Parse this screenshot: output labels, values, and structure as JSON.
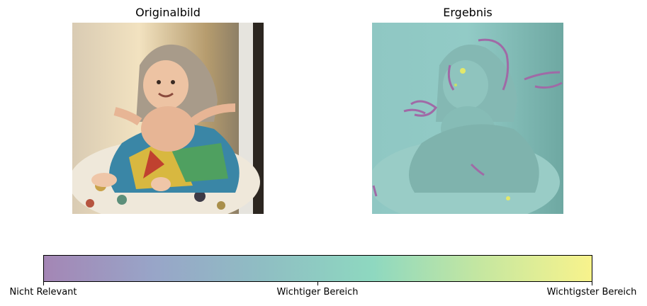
{
  "panels": {
    "left": {
      "title": "Originalbild"
    },
    "right": {
      "title": "Ergebnis"
    }
  },
  "chart_data": {
    "type": "heatmap",
    "colorbar": {
      "ticks": [
        {
          "position": 0.0,
          "label": "Nicht Relevant"
        },
        {
          "position": 0.5,
          "label": "Wichtiger Bereich"
        },
        {
          "position": 1.0,
          "label": "Wichtigster Bereich"
        }
      ],
      "colormap": [
        "#a486b5",
        "#98a5c8",
        "#8fbec3",
        "#8ed8c0",
        "#c6e7a0",
        "#f8f38c"
      ]
    }
  }
}
